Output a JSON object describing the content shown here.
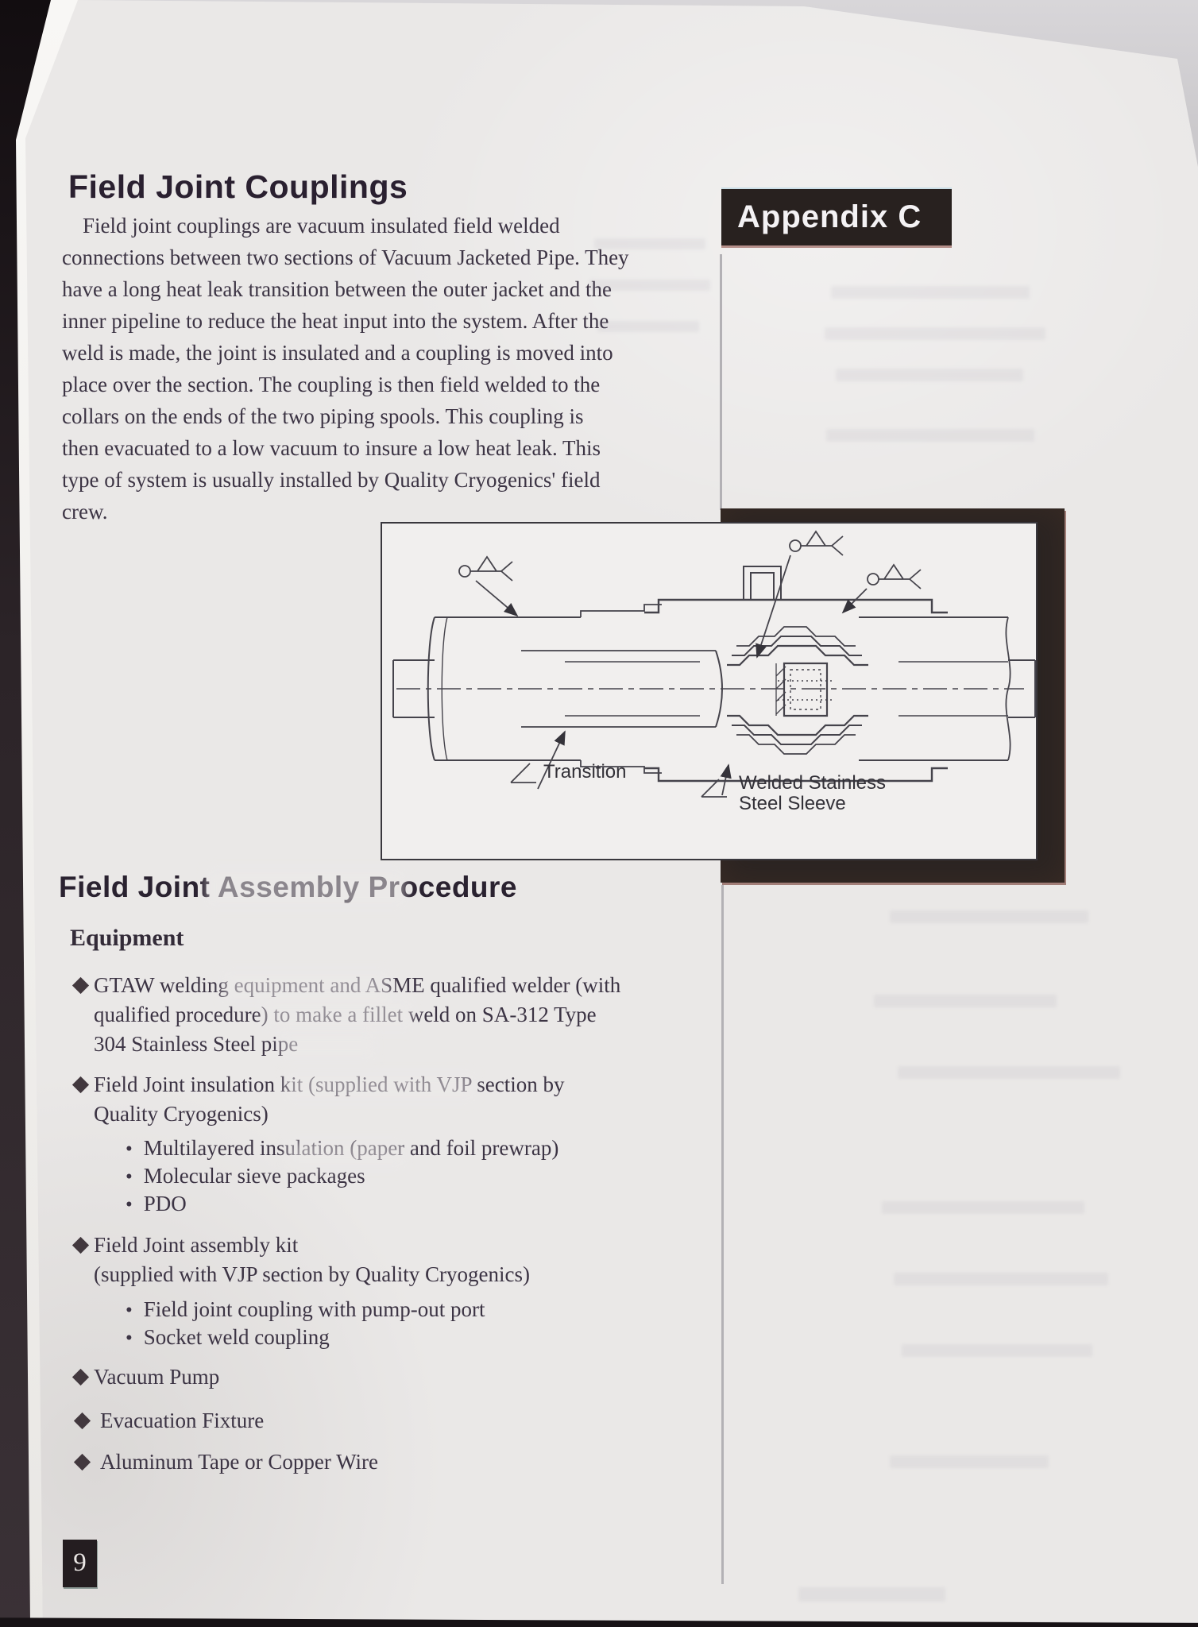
{
  "page": {
    "title": "Field Joint Couplings",
    "appendix_label": "Appendix C",
    "page_number": "9",
    "intro_lines": [
      "Field joint couplings are vacuum insulated field welded",
      "connections between two sections of Vacuum Jacketed Pipe. They",
      "have a long heat leak transition between the outer jacket and the",
      "inner pipeline to reduce the heat input into the system. After the",
      "weld is made, the joint is insulated and a coupling is moved into",
      "place over the section. The coupling is then field welded to the",
      "collars on the ends of the two piping spools.  This coupling is",
      "then evacuated to a low vacuum to insure a low heat leak. This",
      "type of system is usually installed by Quality Cryogenics' field",
      "crew."
    ]
  },
  "diagram": {
    "labels": {
      "transition": "Transition",
      "sleeve_line1": "Welded Stainless",
      "sleeve_line2": "Steel Sleeve"
    }
  },
  "assembly": {
    "heading": "Field Joint Assembly Procedure",
    "subheading": "Equipment",
    "items": [
      {
        "lines": [
          "GTAW welding equipment and ASME qualified welder (with",
          "qualified procedure) to make a fillet weld on SA-312 Type",
          "304 Stainless Steel pipe"
        ],
        "subitems": []
      },
      {
        "lines": [
          "Field Joint insulation kit (supplied with VJP section by",
          "Quality Cryogenics)"
        ],
        "subitems": [
          "Multilayered insulation (paper and foil prewrap)",
          "Molecular sieve packages",
          "PDO"
        ]
      },
      {
        "lines": [
          "Field Joint assembly kit",
          "(supplied with VJP section by Quality Cryogenics)"
        ],
        "subitems": [
          "Field joint coupling with pump-out port",
          "Socket weld coupling"
        ]
      },
      {
        "lines": [
          "Vacuum Pump"
        ],
        "subitems": []
      },
      {
        "lines": [
          "Evacuation Fixture"
        ],
        "subitems": []
      },
      {
        "lines": [
          "Aluminum Tape or Copper Wire"
        ],
        "subitems": []
      }
    ]
  },
  "colors": {
    "banner_bg": "#28211f",
    "panel_black": "#2b2422",
    "page_bg": "#eae8e7",
    "ink": "#3c3444",
    "heading_ink": "#2a2030"
  }
}
